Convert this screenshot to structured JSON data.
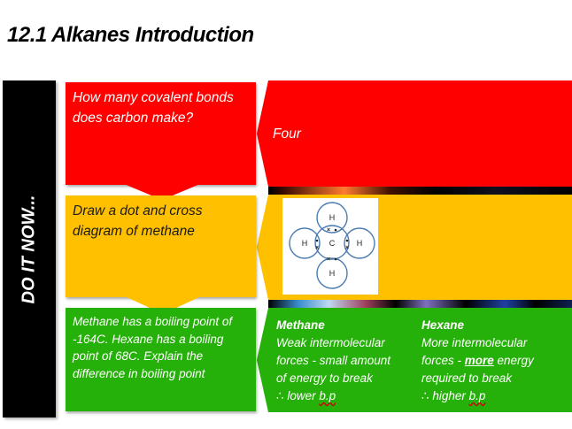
{
  "title": "12.1 Alkanes Introduction",
  "sidebar": {
    "label": "DO IT NOW..."
  },
  "questions": [
    {
      "text": "How many covalent bonds does carbon make?",
      "color": "#ff0000"
    },
    {
      "text": "Draw a dot and cross diagram of methane",
      "color": "#ffc000"
    },
    {
      "text": "Methane has a boiling point of -164C. Hexane has a boiling point of 68C. Explain the difference in boiling point",
      "color": "#26b00a"
    }
  ],
  "answers": {
    "q1": "Four",
    "q2": {
      "diagram": {
        "center": "C",
        "outer": [
          "H",
          "H",
          "H",
          "H"
        ],
        "shared_pair_symbols": [
          "x",
          "•"
        ]
      }
    },
    "q3": {
      "methane": {
        "heading": "Methane",
        "line1": "Weak intermolecular",
        "line2": "forces - small amount",
        "line3": "of energy to break",
        "therefore": "∴ lower ",
        "bp": "b.p"
      },
      "hexane": {
        "heading": "Hexane",
        "line1": "More intermolecular",
        "line2_pre": "forces  - ",
        "line2_emph": "more",
        "line2_post": " energy",
        "line3": "required to break",
        "therefore": "∴ higher ",
        "bp": "b.p"
      }
    }
  },
  "colors": {
    "red": "#ff0000",
    "yellow": "#ffc000",
    "green": "#26b00a",
    "sidebar": "#000000",
    "diagram_line": "#4a7bb0"
  }
}
